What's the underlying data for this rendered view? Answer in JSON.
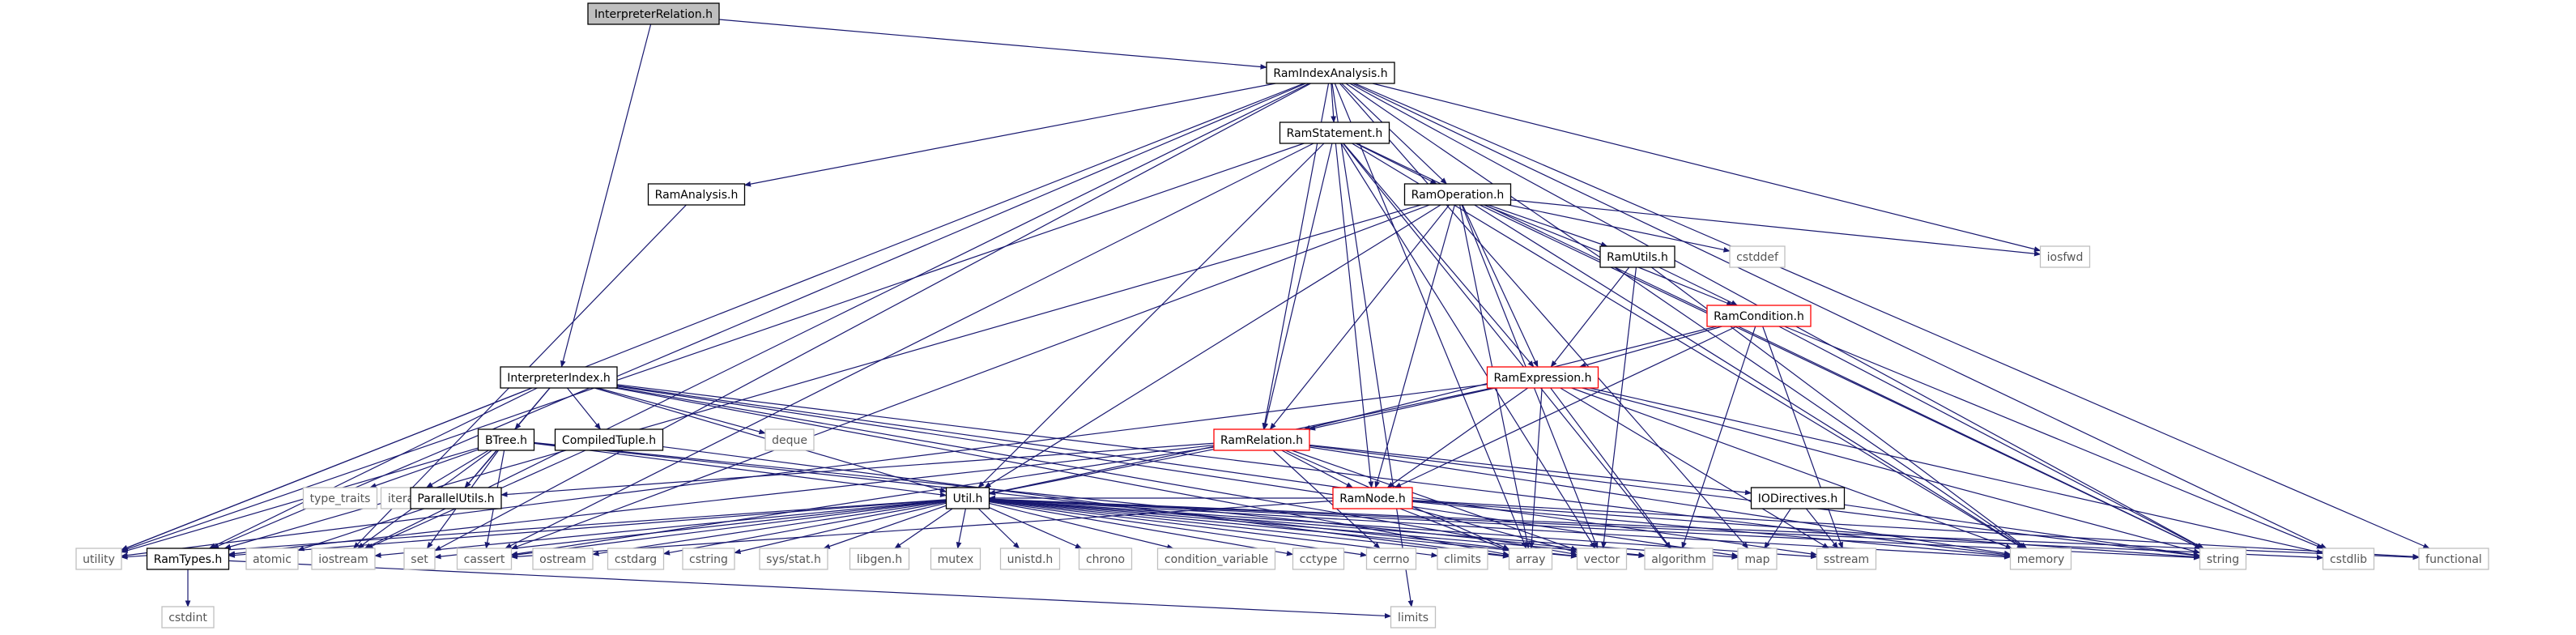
{
  "graph": {
    "nodes": [
      {
        "id": "InterpreterRelation.h",
        "label": "InterpreterRelation.h",
        "style": "root"
      },
      {
        "id": "RamIndexAnalysis.h",
        "label": "RamIndexAnalysis.h",
        "style": "doc"
      },
      {
        "id": "RamStatement.h",
        "label": "RamStatement.h",
        "style": "doc"
      },
      {
        "id": "RamAnalysis.h",
        "label": "RamAnalysis.h",
        "style": "doc"
      },
      {
        "id": "RamOperation.h",
        "label": "RamOperation.h",
        "style": "doc"
      },
      {
        "id": "RamUtils.h",
        "label": "RamUtils.h",
        "style": "doc"
      },
      {
        "id": "cstddef",
        "label": "cstddef",
        "style": "ext"
      },
      {
        "id": "iosfwd",
        "label": "iosfwd",
        "style": "ext"
      },
      {
        "id": "RamCondition.h",
        "label": "RamCondition.h",
        "style": "trunc"
      },
      {
        "id": "RamExpression.h",
        "label": "RamExpression.h",
        "style": "trunc"
      },
      {
        "id": "InterpreterIndex.h",
        "label": "InterpreterIndex.h",
        "style": "doc"
      },
      {
        "id": "deque",
        "label": "deque",
        "style": "ext"
      },
      {
        "id": "BTree.h",
        "label": "BTree.h",
        "style": "doc"
      },
      {
        "id": "CompiledTuple.h",
        "label": "CompiledTuple.h",
        "style": "doc"
      },
      {
        "id": "RamRelation.h",
        "label": "RamRelation.h",
        "style": "trunc"
      },
      {
        "id": "type_traits",
        "label": "type_traits",
        "style": "ext"
      },
      {
        "id": "iterator",
        "label": "iterator",
        "style": "ext"
      },
      {
        "id": "ParallelUtils.h",
        "label": "ParallelUtils.h",
        "style": "doc"
      },
      {
        "id": "Util.h",
        "label": "Util.h",
        "style": "doc"
      },
      {
        "id": "RamNode.h",
        "label": "RamNode.h",
        "style": "trunc"
      },
      {
        "id": "IODirectives.h",
        "label": "IODirectives.h",
        "style": "doc"
      },
      {
        "id": "utility",
        "label": "utility",
        "style": "ext"
      },
      {
        "id": "RamTypes.h",
        "label": "RamTypes.h",
        "style": "doc"
      },
      {
        "id": "atomic",
        "label": "atomic",
        "style": "ext"
      },
      {
        "id": "iostream",
        "label": "iostream",
        "style": "ext"
      },
      {
        "id": "set",
        "label": "set",
        "style": "ext"
      },
      {
        "id": "cassert",
        "label": "cassert",
        "style": "ext"
      },
      {
        "id": "ostream",
        "label": "ostream",
        "style": "ext"
      },
      {
        "id": "cstdarg",
        "label": "cstdarg",
        "style": "ext"
      },
      {
        "id": "cstring",
        "label": "cstring",
        "style": "ext"
      },
      {
        "id": "sys/stat.h",
        "label": "sys/stat.h",
        "style": "ext"
      },
      {
        "id": "libgen.h",
        "label": "libgen.h",
        "style": "ext"
      },
      {
        "id": "mutex",
        "label": "mutex",
        "style": "ext"
      },
      {
        "id": "unistd.h",
        "label": "unistd.h",
        "style": "ext"
      },
      {
        "id": "chrono",
        "label": "chrono",
        "style": "ext"
      },
      {
        "id": "condition_variable",
        "label": "condition_variable",
        "style": "ext"
      },
      {
        "id": "cctype",
        "label": "cctype",
        "style": "ext"
      },
      {
        "id": "cerrno",
        "label": "cerrno",
        "style": "ext"
      },
      {
        "id": "climits",
        "label": "climits",
        "style": "ext"
      },
      {
        "id": "array",
        "label": "array",
        "style": "ext"
      },
      {
        "id": "vector",
        "label": "vector",
        "style": "ext"
      },
      {
        "id": "algorithm",
        "label": "algorithm",
        "style": "ext"
      },
      {
        "id": "map",
        "label": "map",
        "style": "ext"
      },
      {
        "id": "sstream",
        "label": "sstream",
        "style": "ext"
      },
      {
        "id": "memory",
        "label": "memory",
        "style": "ext"
      },
      {
        "id": "string",
        "label": "string",
        "style": "ext"
      },
      {
        "id": "cstdlib",
        "label": "cstdlib",
        "style": "ext"
      },
      {
        "id": "functional",
        "label": "functional",
        "style": "ext"
      },
      {
        "id": "cstdint",
        "label": "cstdint",
        "style": "ext"
      },
      {
        "id": "limits",
        "label": "limits",
        "style": "ext"
      }
    ],
    "edges": [
      [
        "InterpreterRelation.h",
        "RamIndexAnalysis.h"
      ],
      [
        "InterpreterRelation.h",
        "InterpreterIndex.h"
      ],
      [
        "RamIndexAnalysis.h",
        "RamStatement.h"
      ],
      [
        "RamIndexAnalysis.h",
        "RamAnalysis.h"
      ],
      [
        "RamIndexAnalysis.h",
        "RamOperation.h"
      ],
      [
        "RamIndexAnalysis.h",
        "RamRelation.h"
      ],
      [
        "RamIndexAnalysis.h",
        "RamTypes.h"
      ],
      [
        "RamIndexAnalysis.h",
        "utility"
      ],
      [
        "RamIndexAnalysis.h",
        "set"
      ],
      [
        "RamIndexAnalysis.h",
        "iostream"
      ],
      [
        "RamIndexAnalysis.h",
        "array"
      ],
      [
        "RamIndexAnalysis.h",
        "iosfwd"
      ],
      [
        "RamIndexAnalysis.h",
        "map"
      ],
      [
        "RamIndexAnalysis.h",
        "memory"
      ],
      [
        "RamIndexAnalysis.h",
        "string"
      ],
      [
        "RamIndexAnalysis.h",
        "cstdlib"
      ],
      [
        "RamIndexAnalysis.h",
        "functional"
      ],
      [
        "RamIndexAnalysis.h",
        "limits"
      ],
      [
        "RamStatement.h",
        "RamOperation.h"
      ],
      [
        "RamStatement.h",
        "RamExpression.h"
      ],
      [
        "RamStatement.h",
        "RamRelation.h"
      ],
      [
        "RamStatement.h",
        "RamNode.h"
      ],
      [
        "RamStatement.h",
        "Util.h"
      ],
      [
        "RamStatement.h",
        "utility"
      ],
      [
        "RamStatement.h",
        "vector"
      ],
      [
        "RamStatement.h",
        "algorithm"
      ],
      [
        "RamStatement.h",
        "memory"
      ],
      [
        "RamStatement.h",
        "string"
      ],
      [
        "RamStatement.h",
        "cassert"
      ],
      [
        "RamAnalysis.h",
        "iostream"
      ],
      [
        "RamOperation.h",
        "RamUtils.h"
      ],
      [
        "RamOperation.h",
        "RamCondition.h"
      ],
      [
        "RamOperation.h",
        "RamExpression.h"
      ],
      [
        "RamOperation.h",
        "RamRelation.h"
      ],
      [
        "RamOperation.h",
        "RamNode.h"
      ],
      [
        "RamOperation.h",
        "Util.h"
      ],
      [
        "RamOperation.h",
        "cstddef"
      ],
      [
        "RamOperation.h",
        "iosfwd"
      ],
      [
        "RamOperation.h",
        "RamTypes.h"
      ],
      [
        "RamOperation.h",
        "array"
      ],
      [
        "RamOperation.h",
        "cassert"
      ],
      [
        "RamOperation.h",
        "memory"
      ],
      [
        "RamOperation.h",
        "string"
      ],
      [
        "RamOperation.h",
        "vector"
      ],
      [
        "RamUtils.h",
        "RamCondition.h"
      ],
      [
        "RamUtils.h",
        "RamExpression.h"
      ],
      [
        "RamUtils.h",
        "vector"
      ],
      [
        "RamUtils.h",
        "memory"
      ],
      [
        "RamCondition.h",
        "RamExpression.h"
      ],
      [
        "RamCondition.h",
        "RamRelation.h"
      ],
      [
        "RamCondition.h",
        "RamNode.h"
      ],
      [
        "RamCondition.h",
        "algorithm"
      ],
      [
        "RamCondition.h",
        "sstream"
      ],
      [
        "RamCondition.h",
        "string"
      ],
      [
        "RamCondition.h",
        "cstdlib"
      ],
      [
        "RamExpression.h",
        "RamRelation.h"
      ],
      [
        "RamExpression.h",
        "RamNode.h"
      ],
      [
        "RamExpression.h",
        "Util.h"
      ],
      [
        "RamExpression.h",
        "utility"
      ],
      [
        "RamExpression.h",
        "array"
      ],
      [
        "RamExpression.h",
        "algorithm"
      ],
      [
        "RamExpression.h",
        "sstream"
      ],
      [
        "RamExpression.h",
        "string"
      ],
      [
        "RamExpression.h",
        "memory"
      ],
      [
        "RamExpression.h",
        "cstdlib"
      ],
      [
        "InterpreterIndex.h",
        "deque"
      ],
      [
        "InterpreterIndex.h",
        "BTree.h"
      ],
      [
        "InterpreterIndex.h",
        "CompiledTuple.h"
      ],
      [
        "InterpreterIndex.h",
        "ParallelUtils.h"
      ],
      [
        "InterpreterIndex.h",
        "Util.h"
      ],
      [
        "InterpreterIndex.h",
        "RamTypes.h"
      ],
      [
        "InterpreterIndex.h",
        "utility"
      ],
      [
        "InterpreterIndex.h",
        "array"
      ],
      [
        "InterpreterIndex.h",
        "vector"
      ],
      [
        "InterpreterIndex.h",
        "map"
      ],
      [
        "InterpreterIndex.h",
        "memory"
      ],
      [
        "InterpreterIndex.h",
        "sstream"
      ],
      [
        "BTree.h",
        "type_traits"
      ],
      [
        "BTree.h",
        "iterator"
      ],
      [
        "BTree.h",
        "ParallelUtils.h"
      ],
      [
        "BTree.h",
        "Util.h"
      ],
      [
        "BTree.h",
        "utility"
      ],
      [
        "BTree.h",
        "iostream"
      ],
      [
        "BTree.h",
        "cassert"
      ],
      [
        "BTree.h",
        "set"
      ],
      [
        "BTree.h",
        "vector"
      ],
      [
        "BTree.h",
        "algorithm"
      ],
      [
        "CompiledTuple.h",
        "iostream"
      ],
      [
        "CompiledTuple.h",
        "array"
      ],
      [
        "RamRelation.h",
        "RamNode.h"
      ],
      [
        "RamRelation.h",
        "IODirectives.h"
      ],
      [
        "RamRelation.h",
        "Util.h"
      ],
      [
        "RamRelation.h",
        "ParallelUtils.h"
      ],
      [
        "RamRelation.h",
        "RamTypes.h"
      ],
      [
        "RamRelation.h",
        "cassert"
      ],
      [
        "RamRelation.h",
        "vector"
      ],
      [
        "RamRelation.h",
        "memory"
      ],
      [
        "RamRelation.h",
        "string"
      ],
      [
        "RamRelation.h",
        "array"
      ],
      [
        "RamRelation.h",
        "cerrno"
      ],
      [
        "ParallelUtils.h",
        "atomic"
      ],
      [
        "Util.h",
        "RamTypes.h"
      ],
      [
        "Util.h",
        "utility"
      ],
      [
        "Util.h",
        "iostream"
      ],
      [
        "Util.h",
        "set"
      ],
      [
        "Util.h",
        "cassert"
      ],
      [
        "Util.h",
        "ostream"
      ],
      [
        "Util.h",
        "cstdarg"
      ],
      [
        "Util.h",
        "cstring"
      ],
      [
        "Util.h",
        "sys/stat.h"
      ],
      [
        "Util.h",
        "libgen.h"
      ],
      [
        "Util.h",
        "mutex"
      ],
      [
        "Util.h",
        "unistd.h"
      ],
      [
        "Util.h",
        "chrono"
      ],
      [
        "Util.h",
        "condition_variable"
      ],
      [
        "Util.h",
        "cctype"
      ],
      [
        "Util.h",
        "cerrno"
      ],
      [
        "Util.h",
        "climits"
      ],
      [
        "Util.h",
        "array"
      ],
      [
        "Util.h",
        "vector"
      ],
      [
        "Util.h",
        "algorithm"
      ],
      [
        "Util.h",
        "map"
      ],
      [
        "Util.h",
        "sstream"
      ],
      [
        "Util.h",
        "memory"
      ],
      [
        "Util.h",
        "string"
      ],
      [
        "Util.h",
        "cstdlib"
      ],
      [
        "Util.h",
        "functional"
      ],
      [
        "RamNode.h",
        "Util.h"
      ],
      [
        "RamNode.h",
        "vector"
      ],
      [
        "RamNode.h",
        "array"
      ],
      [
        "RamNode.h",
        "cassert"
      ],
      [
        "RamNode.h",
        "memory"
      ],
      [
        "RamNode.h",
        "functional"
      ],
      [
        "RamNode.h",
        "string"
      ],
      [
        "IODirectives.h",
        "map"
      ],
      [
        "IODirectives.h",
        "sstream"
      ],
      [
        "IODirectives.h",
        "string"
      ],
      [
        "RamTypes.h",
        "cstdint"
      ],
      [
        "RamTypes.h",
        "limits"
      ]
    ],
    "colors": {
      "edge": "#191970",
      "border_doc": "#000000",
      "border_truncated": "#ff0000",
      "border_external": "#bfbfbf",
      "text_external": "#555555",
      "root_fill": "#bfbfbf"
    }
  }
}
